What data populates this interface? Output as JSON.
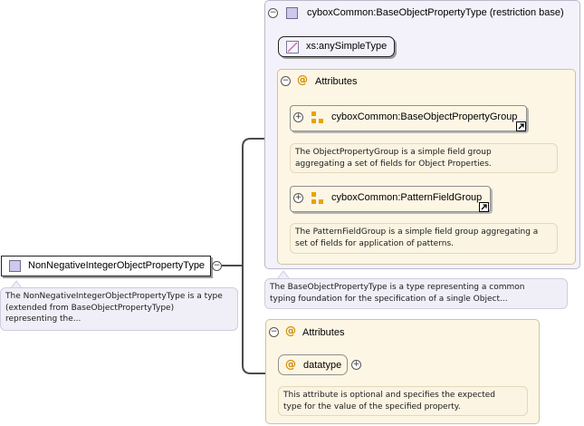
{
  "root": {
    "name": "NonNegativeIntegerObjectPropertyType",
    "description": "The NonNegativeIntegerObjectPropertyType is a type\n(extended from BaseObjectPropertyType)\nrepresenting the..."
  },
  "base": {
    "title": "cyboxCommon:BaseObjectPropertyType (restriction base)",
    "simple_type": "xs:anySimpleType",
    "attributes_label": "Attributes",
    "groups": [
      {
        "name": "cyboxCommon:BaseObjectPropertyGroup",
        "description": "The ObjectPropertyGroup is a simple field group\naggregating a set of fields for Object Properties."
      },
      {
        "name": "cyboxCommon:PatternFieldGroup",
        "description": "The PatternFieldGroup is a simple field group aggregating a\nset of fields for application of patterns."
      }
    ],
    "description": "The BaseObjectPropertyType is a type representing a common\ntyping foundation for the specification of a single Object..."
  },
  "extension": {
    "attributes_label": "Attributes",
    "attribute": {
      "name": "datatype",
      "description": "This attribute is optional and specifies the expected\ntype for the value of the specified property."
    }
  }
}
